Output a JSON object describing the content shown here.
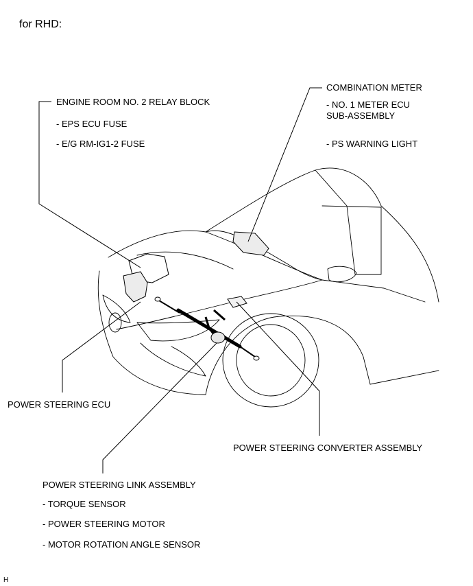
{
  "header": {
    "variant": "for RHD:"
  },
  "callouts": {
    "relay_block": {
      "name": "ENGINE ROOM NO. 2 RELAY BLOCK",
      "items": [
        "- EPS ECU FUSE",
        "- E/G RM-IG1-2 FUSE"
      ]
    },
    "combination_meter": {
      "name": "COMBINATION METER",
      "items": [
        "- NO. 1 METER ECU",
        "SUB-ASSEMBLY",
        "- PS WARNING LIGHT"
      ]
    },
    "ps_ecu": {
      "name": "POWER STEERING ECU"
    },
    "ps_converter": {
      "name": "POWER STEERING CONVERTER ASSEMBLY"
    },
    "ps_link": {
      "name": "POWER STEERING LINK ASSEMBLY",
      "items": [
        "- TORQUE SENSOR",
        "- POWER STEERING MOTOR",
        "- MOTOR ROTATION ANGLE SENSOR"
      ]
    }
  },
  "footer": {
    "code": "H"
  },
  "colors": {
    "line": "#000000",
    "background": "#ffffff"
  }
}
